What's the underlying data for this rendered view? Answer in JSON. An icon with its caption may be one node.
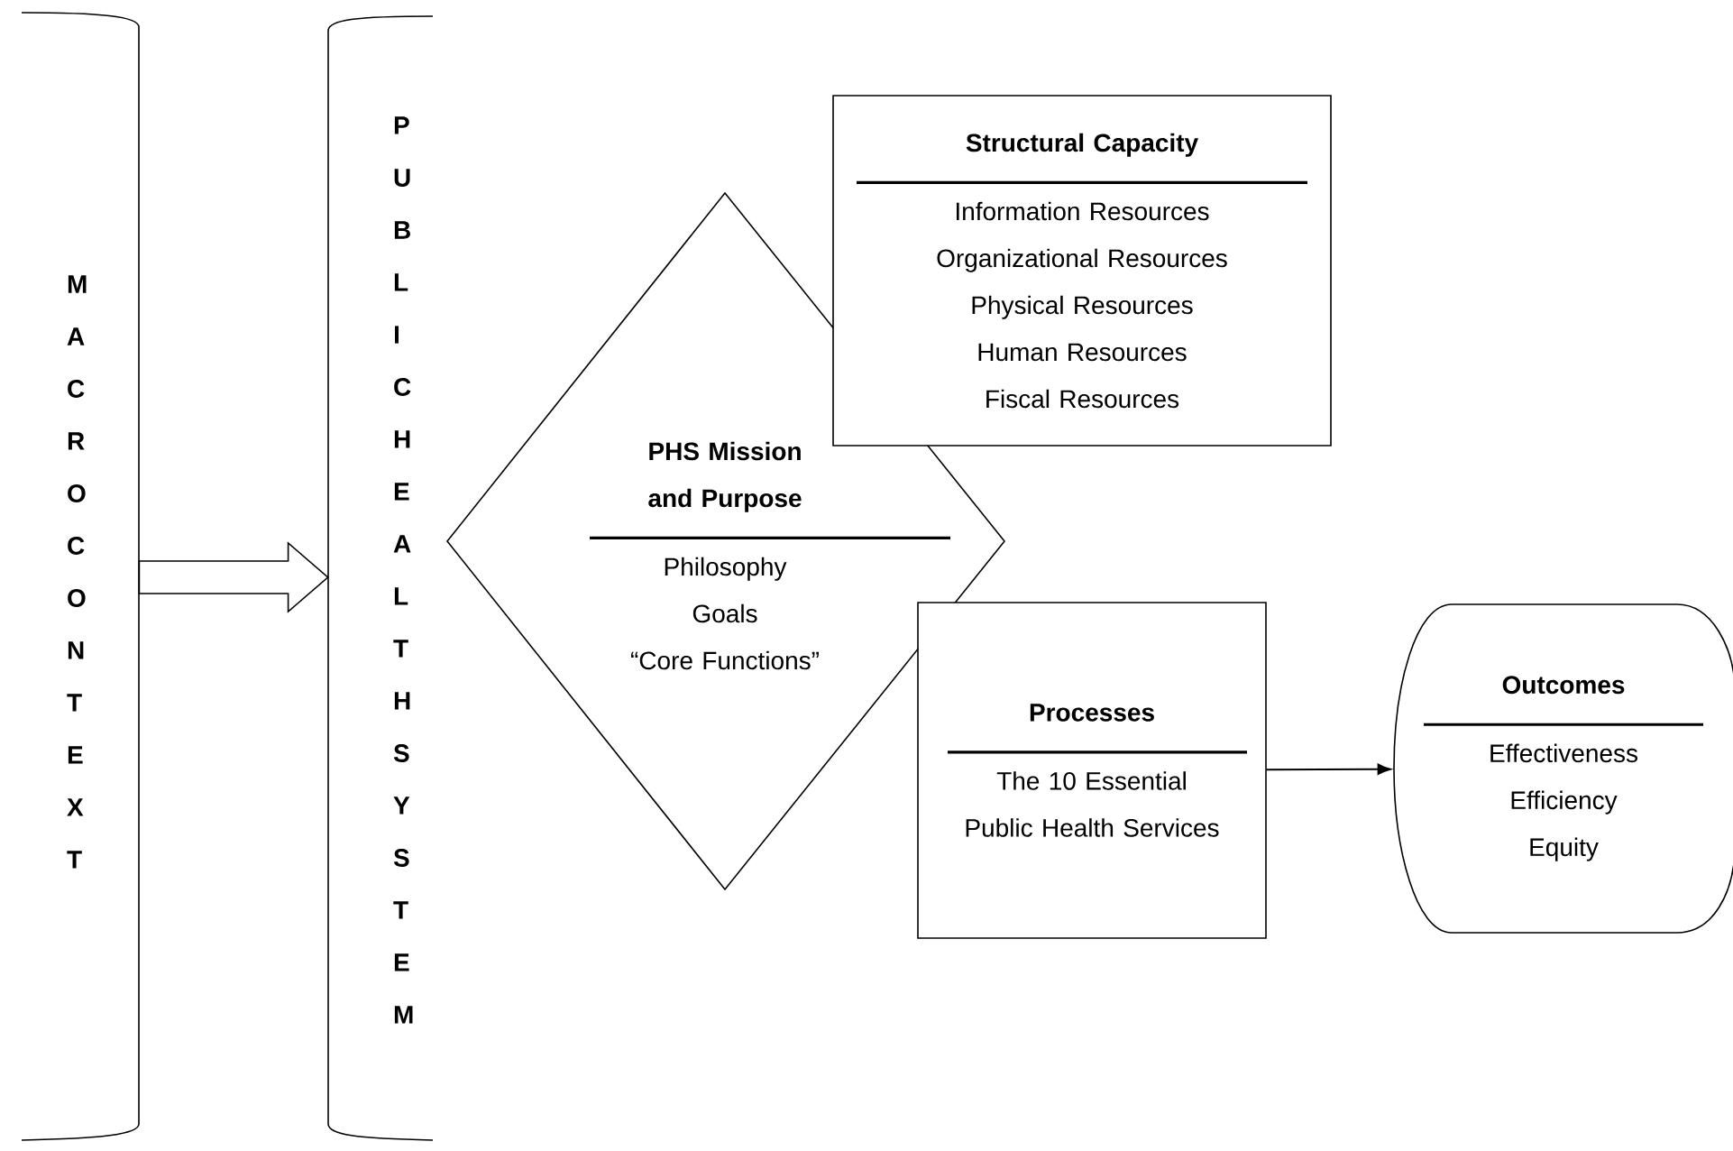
{
  "diagram": {
    "nodes": [
      {
        "text": [
          "MACRO CONTEXT"
        ]
      },
      {
        "text": [
          "PUBLIC HEALTH SYSTEM"
        ]
      },
      {
        "text": [
          "PHS Mission and Purpose",
          "Philosophy",
          "Goals",
          "“Core Functions”"
        ]
      },
      {
        "text": [
          "Structural Capacity",
          "Information Resources",
          "Organizational Resources",
          "Physical Resources",
          "Human Resources",
          "Fiscal Resources"
        ]
      },
      {
        "text": [
          "Processes",
          "The 10 Essential Public Health Services"
        ]
      },
      {
        "text": [
          "Outcomes",
          "Effectiveness",
          "Efficiency",
          "Equity"
        ]
      }
    ],
    "edges": [
      {
        "from": 0,
        "to": 1,
        "arrow": "to",
        "style": "thick"
      },
      {
        "from": 4,
        "to": 5,
        "arrow": "to"
      }
    ]
  }
}
